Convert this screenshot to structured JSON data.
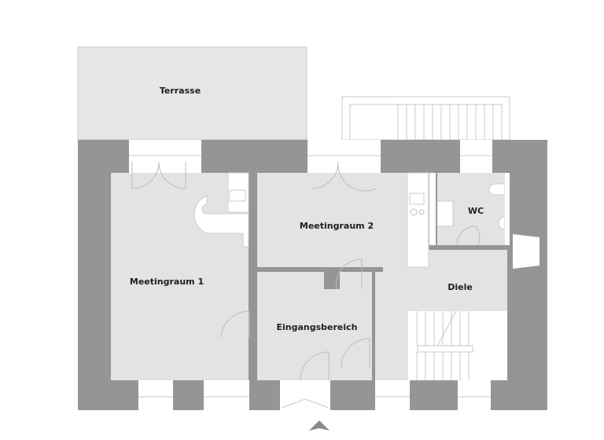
{
  "plan": {
    "rooms": {
      "terrace": "Terrasse",
      "meeting1": "Meetingraum 1",
      "meeting2": "Meetingraum 2",
      "wc": "WC",
      "hall": "Diele",
      "entrance": "Eingangsbereich"
    },
    "colors": {
      "wall": "#959595",
      "room": "#e3e3e3",
      "outline": "#c8c8c8"
    },
    "entrance_marker_icon": "triangle-up"
  }
}
